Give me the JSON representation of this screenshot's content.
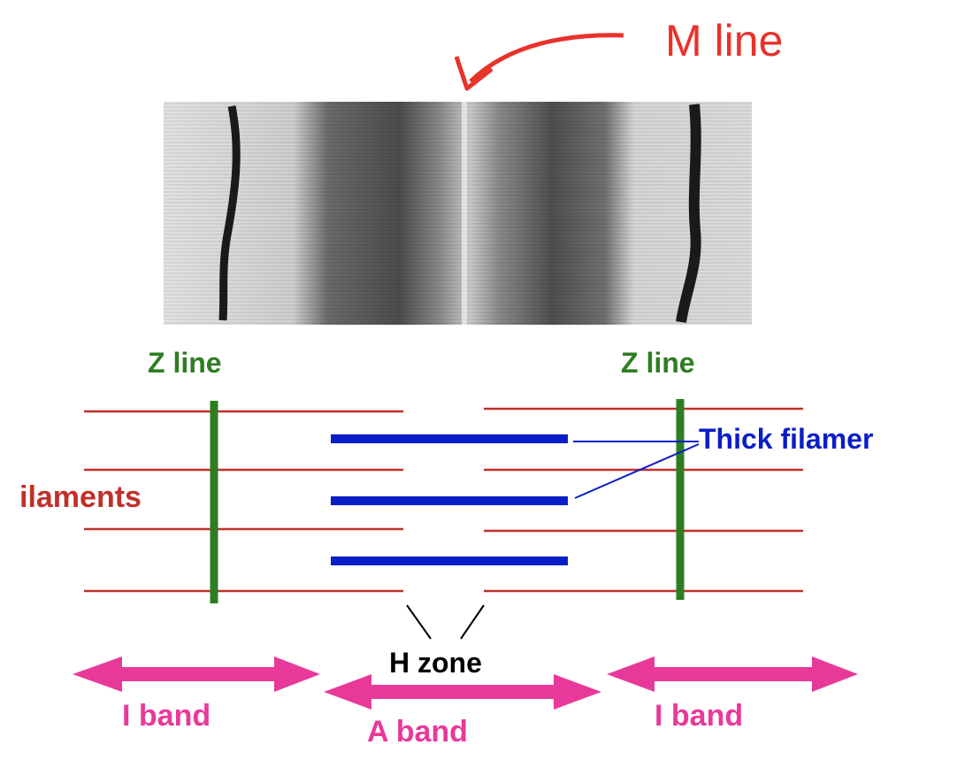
{
  "labels": {
    "m_line": "M line",
    "z_line_left": "Z line",
    "z_line_right": "Z line",
    "thin_filaments": "ilaments",
    "thick_filaments": "Thick filamer",
    "h_zone": "H zone",
    "i_band_left": "I band",
    "a_band": "A band",
    "i_band_right": "I band"
  },
  "colors": {
    "m_line": "#e8322a",
    "z_line": "#2e7d22",
    "thin_filament": "#c0302a",
    "thick_filament": "#0a1ec8",
    "band": "#e8399a",
    "h_zone": "#000000"
  }
}
